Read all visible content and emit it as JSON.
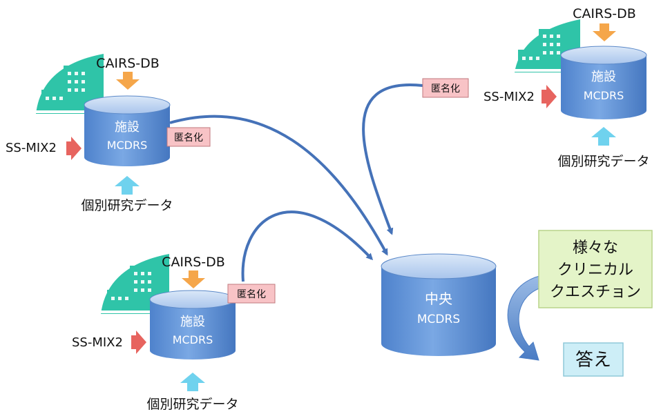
{
  "sites": [
    {
      "db_label": "CAIRS-DB",
      "cylinder_line1": "施設",
      "cylinder_line2": "MCDRS",
      "left_input": "SS-MIX2",
      "bottom_input": "個別研究データ",
      "anonymize": "匿名化"
    },
    {
      "db_label": "CAIRS-DB",
      "cylinder_line1": "施設",
      "cylinder_line2": "MCDRS",
      "left_input": "SS-MIX2",
      "bottom_input": "個別研究データ",
      "anonymize": "匿名化"
    },
    {
      "db_label": "CAIRS-DB",
      "cylinder_line1": "施設",
      "cylinder_line2": "MCDRS",
      "left_input": "SS-MIX2",
      "bottom_input": "個別研究データ",
      "anonymize": "匿名化"
    }
  ],
  "central": {
    "line1": "中央",
    "line2": "MCDRS"
  },
  "question": {
    "line1": "様々な",
    "line2": "クリニカル",
    "line3": "クエスチョン"
  },
  "answer": "答え",
  "colors": {
    "cylinder_top": "#c4d8f2",
    "cylinder_body": "#5f92d8",
    "building": "#2fc4a8",
    "db_arrow": "#f5a64a",
    "left_arrow": "#e7645f",
    "up_arrow": "#6fd2ee",
    "anonymize_box": "#f8c3c6",
    "curve": "#4572b8",
    "question_box": "#e4f4c8",
    "answer_box": "#cdeef7"
  }
}
